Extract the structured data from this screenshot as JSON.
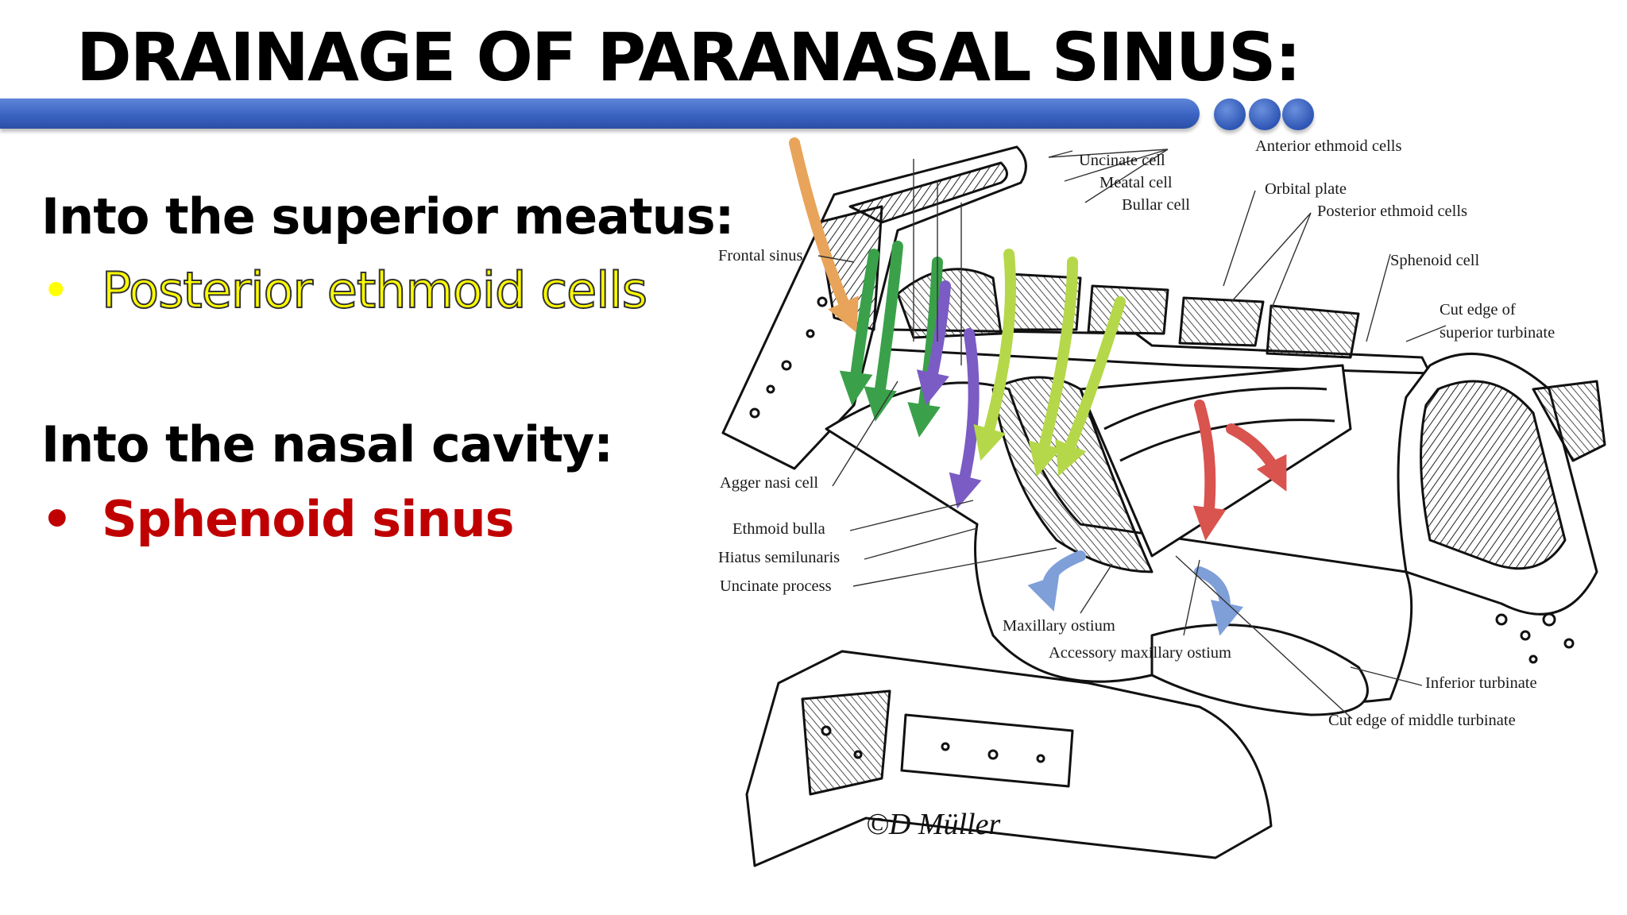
{
  "slide": {
    "title": "DRAINAGE OF PARANASAL SINUS:",
    "sections": [
      {
        "heading": "Into the superior meatus:",
        "bullet": "Posterior ethmoid cells",
        "bullet_color": "#ffff00"
      },
      {
        "heading": "Into the nasal cavity:",
        "bullet": "Sphenoid sinus",
        "bullet_color": "#c00000"
      }
    ],
    "bullet_mark": "•",
    "accent_color": "#3a63c2"
  },
  "diagram": {
    "labels": {
      "anterior_ethmoid_cells": "Anterior ethmoid cells",
      "uncinate_cell": "Uncinate cell",
      "meatal_cell": "Meatal cell",
      "bullar_cell": "Bullar cell",
      "orbital_plate": "Orbital plate",
      "posterior_ethmoid_cells": "Posterior ethmoid cells",
      "frontal_sinus": "Frontal sinus",
      "sphenoid_cell": "Sphenoid cell",
      "cut_edge_superior_1": "Cut edge of",
      "cut_edge_superior_2": "superior turbinate",
      "agger_nasi_cell": "Agger nasi cell",
      "ethmoid_bulla": "Ethmoid bulla",
      "hiatus_semilunaris": "Hiatus semilunaris",
      "uncinate_process": "Uncinate process",
      "maxillary_ostium": "Maxillary ostium",
      "accessory_maxillary_ostium": "Accessory maxillary ostium",
      "inferior_turbinate": "Inferior turbinate",
      "cut_edge_middle": "Cut edge of middle turbinate"
    },
    "signature": "©D Müller",
    "arrow_colors": {
      "frontal": "#e8a45a",
      "anterior": "#3aa14a",
      "bullar": "#7a5cc4",
      "posterior": "#b5d84a",
      "sphenoid": "#d9534f",
      "maxillary": "#7f9fd9"
    }
  }
}
